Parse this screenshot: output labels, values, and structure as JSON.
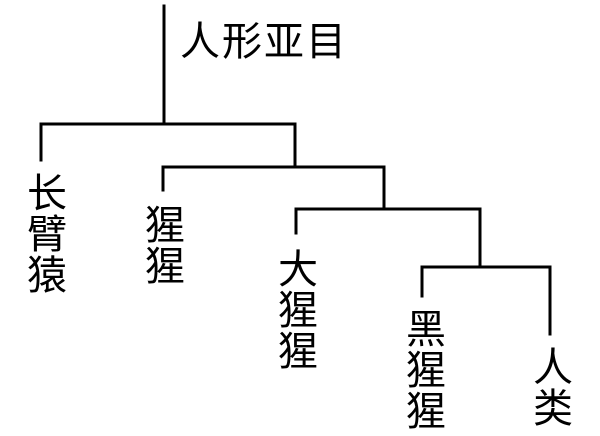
{
  "tree": {
    "root": {
      "label": "人形亚目"
    },
    "leaves": {
      "gibbon": "长臂猿",
      "orangutan": "猩猩",
      "gorilla": "大猩猩",
      "chimpanzee": "黑猩猩",
      "human": "人类"
    }
  }
}
